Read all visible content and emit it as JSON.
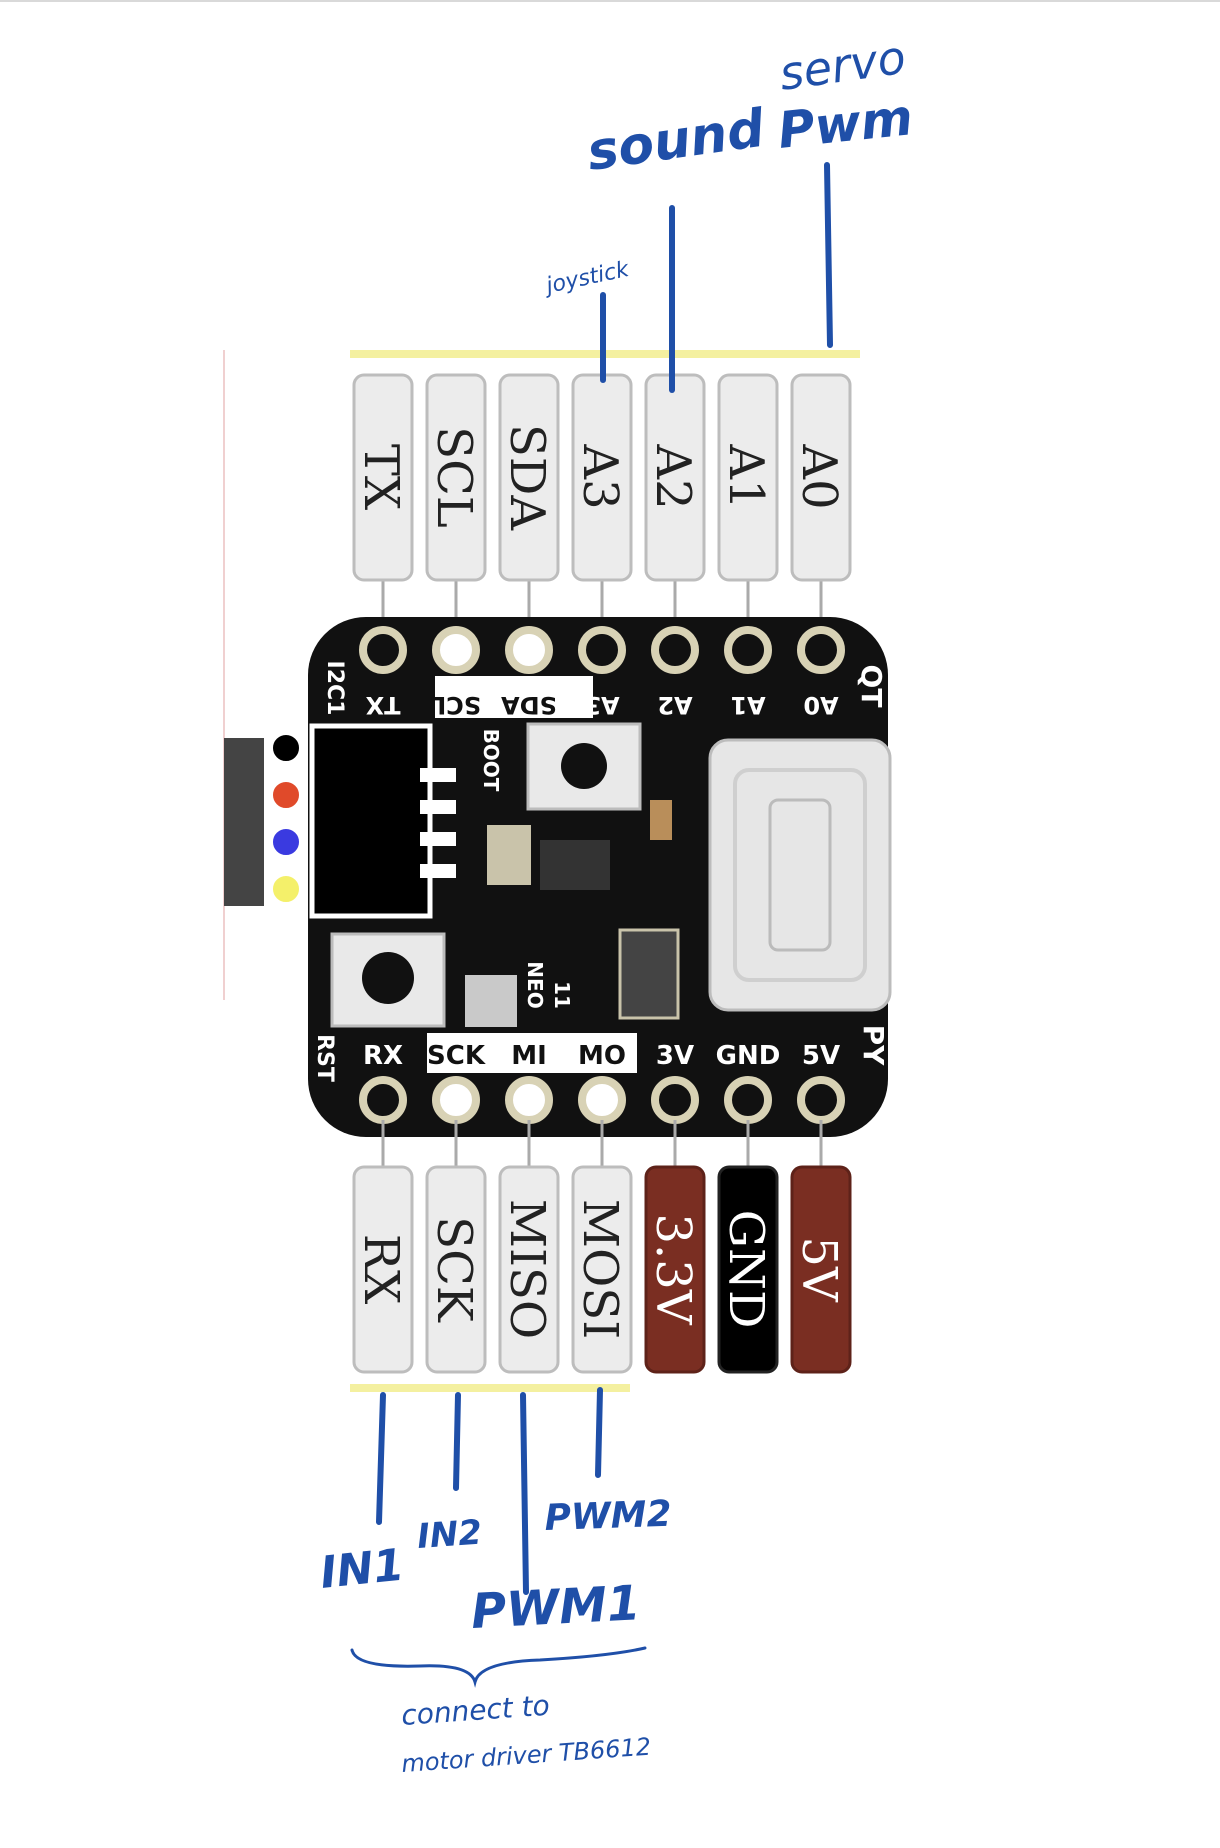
{
  "header_pins": {
    "top": [
      "TX",
      "SCL",
      "SDA",
      "A3",
      "A2",
      "A1",
      "A0"
    ],
    "bottom": [
      "RX",
      "SCK",
      "MISO",
      "MOSI",
      "3.3V",
      "GND",
      "5V"
    ]
  },
  "board": {
    "top_silkscreen": [
      "TX",
      "SCL",
      "SDA",
      "A3",
      "A2",
      "A1",
      "A0"
    ],
    "bottom_silkscreen": [
      "RX",
      "SCK",
      "MI",
      "MO",
      "3V",
      "GND",
      "5V"
    ],
    "side_left_top": "I2C1",
    "side_left_bottom": "RST",
    "boot_label": "BOOT",
    "neo_label": "NEO",
    "led_label": "11",
    "edge_right_top": "QT",
    "edge_right_bottom": "PY"
  },
  "annotations": {
    "servo": "servo",
    "pwm_top": "Pwm",
    "sound": "sound",
    "joystick": "joystick",
    "in1": "IN1",
    "in2": "IN2",
    "pwm1": "PWM1",
    "pwm2": "PWM2",
    "note_line1": "connect to",
    "note_line2": "motor driver TB6612"
  },
  "colors": {
    "pin_fill": "#ececec",
    "power_fill": "#7a2e22",
    "gnd_fill": "#000000",
    "board_fill": "#111111",
    "ink": "#1f4fa8",
    "highlight": "#f4f0a0"
  }
}
